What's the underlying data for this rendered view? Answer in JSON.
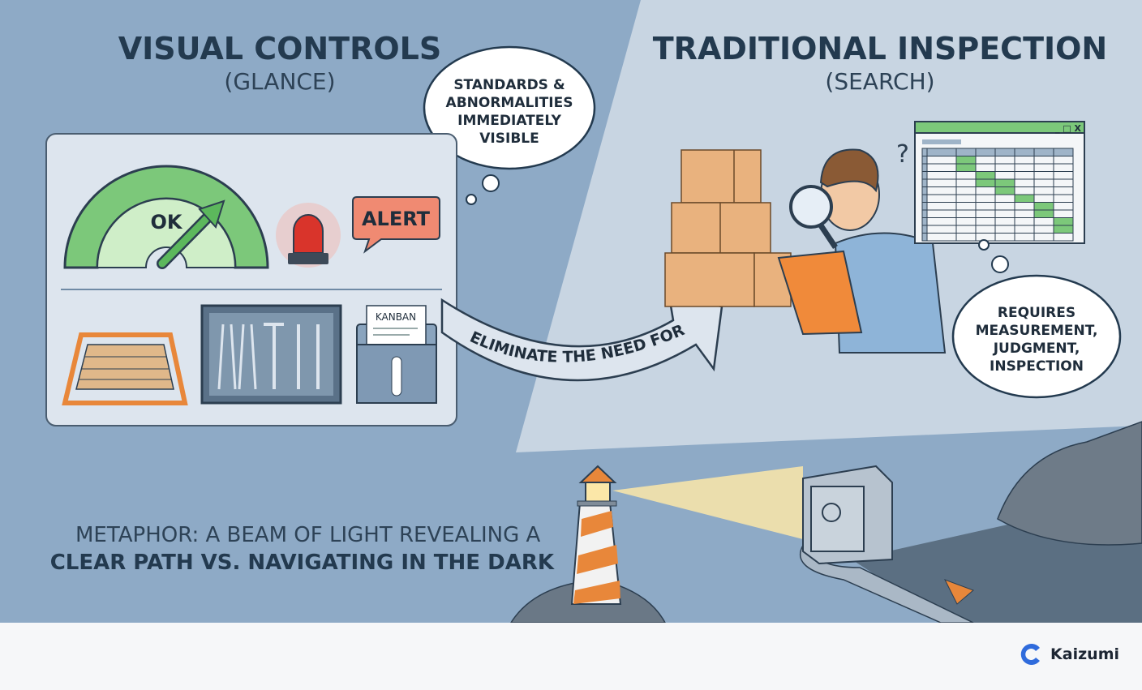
{
  "left": {
    "title": "VISUAL CONTROLS",
    "subtitle": "(GLANCE)"
  },
  "right": {
    "title": "TRADITIONAL INSPECTION",
    "subtitle": "(SEARCH)"
  },
  "bubble_left": {
    "lines": [
      "STANDARDS &",
      "ABNORMALITIES",
      "IMMEDIATELY",
      "VISIBLE"
    ]
  },
  "bubble_right": {
    "lines": [
      "REQUIRES",
      "MEASUREMENT,",
      "JUDGMENT,",
      "INSPECTION"
    ]
  },
  "gauge": {
    "label": "OK",
    "color": "#5cb85c"
  },
  "alert": {
    "label": "ALERT",
    "color": "#f08a72"
  },
  "kanban": {
    "label": "KANBAN"
  },
  "arrow": {
    "label": "ELIMINATE THE NEED FOR"
  },
  "spreadsheet": {
    "window_controls": "_ □ X"
  },
  "person": {
    "question_mark": "?"
  },
  "metaphor": {
    "line1": "METAPHOR: A BEAM OF LIGHT REVEALING A",
    "line2": "CLEAR PATH VS. NAVIGATING IN THE DARK"
  },
  "footer": {
    "brand": "Kaizumi",
    "brand_color": "#2f6bdc"
  },
  "colors": {
    "left_bg": "#8eaac6",
    "right_bg": "#c8d5e2",
    "title": "#233a4f",
    "accent_orange": "#e8873a"
  }
}
